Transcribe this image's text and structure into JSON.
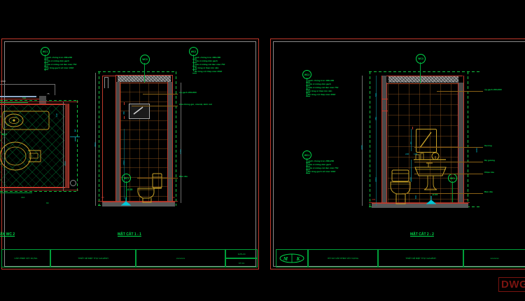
{
  "app": {
    "background_color": "#000000",
    "accent_red": "#c0392b",
    "accent_green": "#00d94a",
    "accent_cyan": "#00c8d7",
    "accent_yellow": "#c9a227",
    "watermark": "DWG"
  },
  "left_panel": {
    "drawing_titles": {
      "plan_title": "ẰN WC 2",
      "section_title": "MẶT CẮT 1 - 1"
    },
    "annotations": {
      "wc1_callout": {
        "bubble": "WC1",
        "lines": [
          "gạch chống tron 200x200",
          "Vữa xi măng dán gạch",
          "Vữa xi măng cát đen mác 75#",
          "Bê tông gạch vỡ mác 100#"
        ]
      },
      "wc2_callout": {
        "bubble": "WC2",
        "lines": [
          "gạch chống tron 400x400",
          "Vữa xi măng dán gạch",
          "Vữa xi măng cát đen mác 75#",
          "Bê tông xỉ than tôn nền",
          "Bê tông cốt thép mác 200#"
        ]
      },
      "top_bubble": "WC3",
      "right_labels": [
        "ốp gạch 200x300",
        "Cửa thông gió, cửa lật, kính mờ",
        "Bàn cầu"
      ]
    },
    "dimensions": {
      "plan": [
        "1300",
        "500",
        "75",
        "100",
        "2100",
        "344",
        "90"
      ],
      "section": [
        "450",
        "2300",
        "3600",
        "1700",
        "100",
        "220",
        "90"
      ],
      "level_marker": "-0.05"
    },
    "wc_tag_plan": "WC2"
  },
  "right_panel": {
    "drawing_titles": {
      "section_title": "MẶT CẮT 2 - 2"
    },
    "annotations": {
      "wc2_callout": {
        "bubble": "WC2",
        "lines": [
          "gạch chống tron 400x400",
          "Vữa xi măng dán gạch",
          "Vữa xi măng cát đen mác 75#",
          "Bê tông xỉ than tôn nền",
          "Bê tông cốt thép mác 200#"
        ]
      },
      "wc1_callout": {
        "bubble": "WC1",
        "lines": [
          "gạch chống tron 200x200",
          "Vữa xi măng dán gạch",
          "Vữa xi măng cát đen mác 75#",
          "Bê tông gạch vỡ mác 100#"
        ]
      },
      "top_bubble": "WC3",
      "bottom_bubble": "WC1",
      "right_labels": [
        "ốp gạch 200x300",
        "Gương",
        "Kệ gương",
        "Chậu rửa",
        "Bàn cầu"
      ]
    },
    "dimensions": {
      "left_stack": [
        "500",
        "450",
        "2200",
        "3150",
        "200"
      ],
      "inner": [
        "90",
        "220",
        "100",
        "800",
        "800"
      ],
      "level_marker": "-0.05"
    }
  },
  "title_block_left": {
    "cells": [
      "CẤP PHÉP XÂY DỰNG",
      "THIẾT KẾ BIỆT THỰ GIA  ĐÌNH",
      "xxxxxxxx"
    ],
    "scale": "1/25-A3",
    "sheet": "KT-01"
  },
  "title_block_right": {
    "logo": "M/K",
    "cells": [
      "HỒ SƠ CẤP PHÉP XÂY DỰNG",
      "THIẾT KẾ BIỆT THỰ GIA  ĐÌNH",
      "xxxxxxxx"
    ]
  }
}
